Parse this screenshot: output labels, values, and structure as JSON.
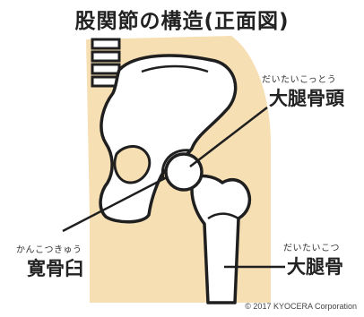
{
  "title": "股関節の構造(正面図)",
  "labels": {
    "femoral_head": {
      "ruby": "だいたいこっとう",
      "text": "大腿骨頭"
    },
    "acetabulum": {
      "ruby": "かんこつきゅう",
      "text": "寛骨臼"
    },
    "femur": {
      "ruby": "だいたいこつ",
      "text": "大腿骨"
    }
  },
  "copyright": "© 2017  KYOCERA Corporation",
  "colors": {
    "body": "#f7dfb4",
    "bone": "#ffffff",
    "outline": "#1f1f1f"
  }
}
